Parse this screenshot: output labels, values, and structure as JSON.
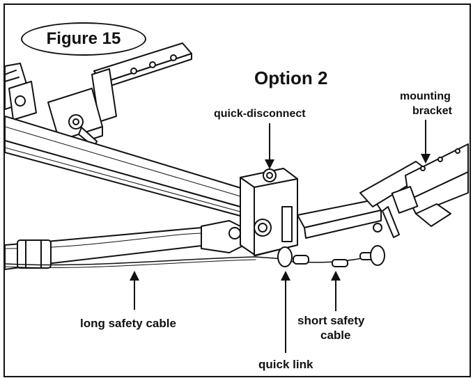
{
  "figure": {
    "badge_label": "Figure 15",
    "option_label": "Option 2"
  },
  "callouts": {
    "quick_disconnect": "quick-disconnect",
    "mounting_bracket_line1": "mounting",
    "mounting_bracket_line2": "bracket",
    "long_safety_cable": "long safety cable",
    "short_safety_cable_line1": "short safety",
    "short_safety_cable_line2": "cable",
    "quick_link": "quick link"
  }
}
